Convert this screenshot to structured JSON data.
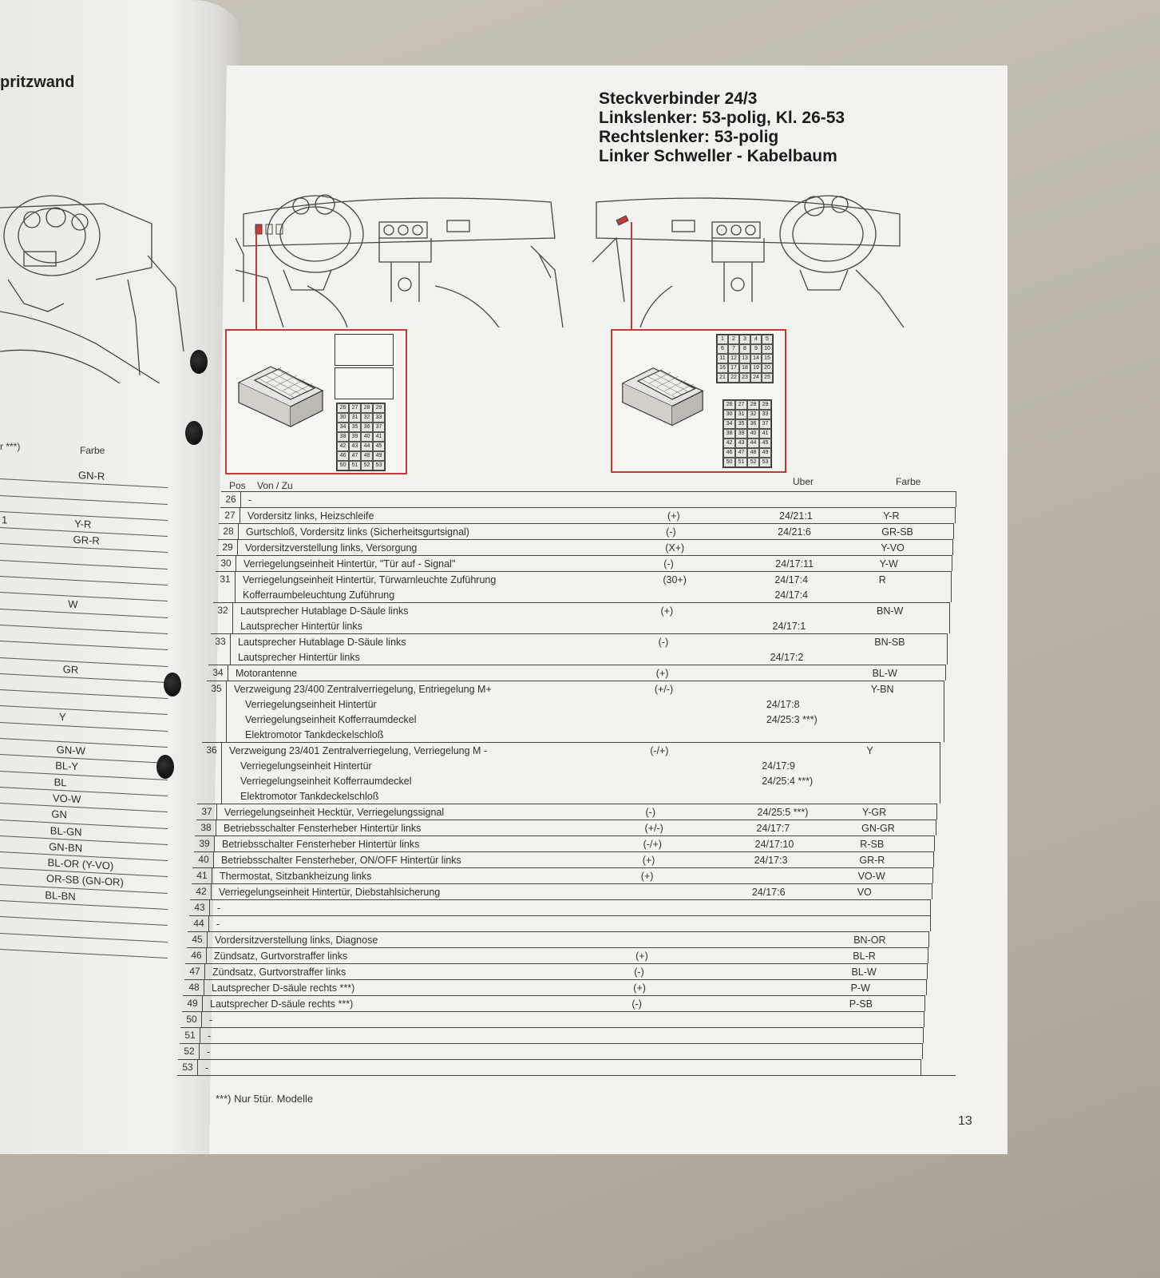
{
  "left_page": {
    "title": "pritzwand",
    "col_header_note": "r ***)",
    "col_header_farbe": "Farbe",
    "rows": [
      {
        "num": "",
        "farbe": "GN-R"
      },
      {
        "num": "",
        "farbe": ""
      },
      {
        "num": "",
        "farbe": ""
      },
      {
        "num": "1",
        "farbe": "Y-R"
      },
      {
        "num": "",
        "farbe": "GR-R"
      },
      {
        "num": "",
        "farbe": ""
      },
      {
        "num": "",
        "farbe": ""
      },
      {
        "num": "",
        "farbe": ""
      },
      {
        "num": "",
        "farbe": "W"
      },
      {
        "num": "",
        "farbe": ""
      },
      {
        "num": "",
        "farbe": ""
      },
      {
        "num": "",
        "farbe": ""
      },
      {
        "num": "",
        "farbe": "GR"
      },
      {
        "num": "",
        "farbe": ""
      },
      {
        "num": "",
        "farbe": ""
      },
      {
        "num": "",
        "farbe": "Y"
      },
      {
        "num": "",
        "farbe": ""
      },
      {
        "num": "",
        "farbe": "GN-W"
      },
      {
        "num": "",
        "farbe": "BL-Y"
      },
      {
        "num": "",
        "farbe": "BL"
      },
      {
        "num": "",
        "farbe": "VO-W"
      },
      {
        "num": "",
        "farbe": "GN"
      },
      {
        "num": "",
        "farbe": "BL-GN"
      },
      {
        "num": "",
        "farbe": "GN-BN"
      },
      {
        "num": "",
        "farbe": "BL-OR (Y-VO)"
      },
      {
        "num": "",
        "farbe": "OR-SB (GN-OR)"
      },
      {
        "num": "",
        "farbe": "BL-BN"
      },
      {
        "num": "",
        "farbe": ""
      },
      {
        "num": "",
        "farbe": ""
      },
      {
        "num": "",
        "farbe": ""
      }
    ]
  },
  "title": {
    "line1": "Steckverbinder 24/3",
    "line2": "Linkslenker: 53-polig, Kl. 26-53",
    "line3": "Rechtslenker: 53-polig",
    "line4": "Linker Schweller - Kabelbaum"
  },
  "pins_left": [
    "26",
    "27",
    "28",
    "29",
    "30",
    "31",
    "32",
    "33",
    "34",
    "35",
    "36",
    "37",
    "38",
    "39",
    "40",
    "41",
    "42",
    "43",
    "44",
    "45",
    "46",
    "47",
    "48",
    "49",
    "50",
    "51",
    "52",
    "53"
  ],
  "pins_right_top": [
    "1",
    "2",
    "3",
    "4",
    "5",
    "6",
    "7",
    "8",
    "9",
    "10",
    "11",
    "12",
    "13",
    "14",
    "15",
    "16",
    "17",
    "18",
    "19",
    "20",
    "21",
    "22",
    "23",
    "24",
    "25"
  ],
  "pins_right_bottom": [
    "26",
    "27",
    "28",
    "29",
    "30",
    "31",
    "32",
    "33",
    "34",
    "35",
    "36",
    "37",
    "38",
    "39",
    "40",
    "41",
    "42",
    "43",
    "44",
    "45",
    "46",
    "47",
    "48",
    "49",
    "50",
    "51",
    "52",
    "53"
  ],
  "table": {
    "headers": {
      "pos": "Pos",
      "von": "Von / Zu",
      "uber": "Uber",
      "farbe": "Farbe"
    },
    "rows": [
      {
        "pos": "26",
        "lines": [
          {
            "text": "-",
            "sign": "",
            "uber": "",
            "farbe": ""
          }
        ]
      },
      {
        "pos": "27",
        "lines": [
          {
            "text": "Vordersitz links, Heizschleife",
            "sign": "(+)",
            "uber": "24/21:1",
            "farbe": "Y-R"
          }
        ]
      },
      {
        "pos": "28",
        "lines": [
          {
            "text": "Gurtschloß, Vordersitz links (Sicherheitsgurtsignal)",
            "sign": "(-)",
            "uber": "24/21:6",
            "farbe": "GR-SB"
          }
        ]
      },
      {
        "pos": "29",
        "lines": [
          {
            "text": "Vordersitzverstellung links, Versorgung",
            "sign": "(X+)",
            "uber": "",
            "farbe": "Y-VO"
          }
        ]
      },
      {
        "pos": "30",
        "lines": [
          {
            "text": "Verriegelungseinheit Hintertür, \"Tür auf - Signal\"",
            "sign": "(-)",
            "uber": "24/17:11",
            "farbe": "Y-W"
          }
        ]
      },
      {
        "pos": "31",
        "lines": [
          {
            "text": "Verriegelungseinheit Hintertür, Türwarnleuchte Zuführung",
            "sign": "(30+)",
            "uber": "24/17:4",
            "farbe": "R"
          },
          {
            "text": "Kofferraumbeleuchtung Zuführung",
            "sign": "",
            "uber": "24/17:4",
            "farbe": ""
          }
        ]
      },
      {
        "pos": "32",
        "lines": [
          {
            "text": "Lautsprecher Hutablage D-Säule links",
            "sign": "(+)",
            "uber": "",
            "farbe": "BN-W"
          },
          {
            "text": "Lautsprecher Hintertür links",
            "sign": "",
            "uber": "24/17:1",
            "farbe": ""
          }
        ]
      },
      {
        "pos": "33",
        "lines": [
          {
            "text": "Lautsprecher Hutablage D-Säule links",
            "sign": "(-)",
            "uber": "",
            "farbe": "BN-SB"
          },
          {
            "text": "Lautsprecher Hintertür links",
            "sign": "",
            "uber": "24/17:2",
            "farbe": ""
          }
        ]
      },
      {
        "pos": "34",
        "lines": [
          {
            "text": "Motorantenne",
            "sign": "(+)",
            "uber": "",
            "farbe": "BL-W"
          }
        ]
      },
      {
        "pos": "35",
        "lines": [
          {
            "text": "Verzweigung 23/400 Zentralverriegelung, Entriegelung M+",
            "sign": "(+/-)",
            "uber": "",
            "farbe": "Y-BN"
          },
          {
            "text": "Verriegelungseinheit Hintertür",
            "sign": "",
            "uber": "24/17:8",
            "farbe": "",
            "indent": true
          },
          {
            "text": "Verriegelungseinheit Kofferraumdeckel",
            "sign": "",
            "uber": "24/25:3 ***)",
            "farbe": "",
            "indent": true
          },
          {
            "text": "Elektromotor Tankdeckelschloß",
            "sign": "",
            "uber": "",
            "farbe": "",
            "indent": true
          }
        ]
      },
      {
        "pos": "36",
        "lines": [
          {
            "text": "Verzweigung 23/401 Zentralverriegelung, Verriegelung M -",
            "sign": "(-/+)",
            "uber": "",
            "farbe": "Y"
          },
          {
            "text": "Verriegelungseinheit Hintertür",
            "sign": "",
            "uber": "24/17:9",
            "farbe": "",
            "indent": true
          },
          {
            "text": "Verriegelungseinheit Kofferraumdeckel",
            "sign": "",
            "uber": "24/25:4 ***)",
            "farbe": "",
            "indent": true
          },
          {
            "text": "Elektromotor Tankdeckelschloß",
            "sign": "",
            "uber": "",
            "farbe": "",
            "indent": true
          }
        ]
      },
      {
        "pos": "37",
        "lines": [
          {
            "text": "Verriegelungseinheit Hecktür, Verriegelungssignal",
            "sign": "(-)",
            "uber": "24/25:5 ***)",
            "farbe": "Y-GR"
          }
        ]
      },
      {
        "pos": "38",
        "lines": [
          {
            "text": "Betriebsschalter Fensterheber Hintertür links",
            "sign": "(+/-)",
            "uber": "24/17:7",
            "farbe": "GN-GR"
          }
        ]
      },
      {
        "pos": "39",
        "lines": [
          {
            "text": "Betriebsschalter Fensterheber Hintertür links",
            "sign": "(-/+)",
            "uber": "24/17:10",
            "farbe": "R-SB"
          }
        ]
      },
      {
        "pos": "40",
        "lines": [
          {
            "text": "Betriebsschalter Fensterheber, ON/OFF Hintertür links",
            "sign": "(+)",
            "uber": "24/17:3",
            "farbe": "GR-R"
          }
        ]
      },
      {
        "pos": "41",
        "lines": [
          {
            "text": "Thermostat, Sitzbankheizung links",
            "sign": "(+)",
            "uber": "",
            "farbe": "VO-W"
          }
        ]
      },
      {
        "pos": "42",
        "lines": [
          {
            "text": "Verriegelungseinheit Hintertür, Diebstahlsicherung",
            "sign": "",
            "uber": "24/17:6",
            "farbe": "VO"
          }
        ]
      },
      {
        "pos": "43",
        "lines": [
          {
            "text": "-",
            "sign": "",
            "uber": "",
            "farbe": ""
          }
        ]
      },
      {
        "pos": "44",
        "lines": [
          {
            "text": "-",
            "sign": "",
            "uber": "",
            "farbe": ""
          }
        ]
      },
      {
        "pos": "45",
        "lines": [
          {
            "text": "Vordersitzverstellung links, Diagnose",
            "sign": "",
            "uber": "",
            "farbe": "BN-OR"
          }
        ]
      },
      {
        "pos": "46",
        "lines": [
          {
            "text": "Zündsatz, Gurtvorstraffer links",
            "sign": "(+)",
            "uber": "",
            "farbe": "BL-R"
          }
        ]
      },
      {
        "pos": "47",
        "lines": [
          {
            "text": "Zündsatz, Gurtvorstraffer links",
            "sign": "(-)",
            "uber": "",
            "farbe": "BL-W"
          }
        ]
      },
      {
        "pos": "48",
        "lines": [
          {
            "text": "Lautsprecher D-säule rechts  ***)",
            "sign": "(+)",
            "uber": "",
            "farbe": "P-W"
          }
        ]
      },
      {
        "pos": "49",
        "lines": [
          {
            "text": "Lautsprecher D-säule rechts  ***)",
            "sign": "(-)",
            "uber": "",
            "farbe": "P-SB"
          }
        ]
      },
      {
        "pos": "50",
        "lines": [
          {
            "text": "-",
            "sign": "",
            "uber": "",
            "farbe": ""
          }
        ]
      },
      {
        "pos": "51",
        "lines": [
          {
            "text": "-",
            "sign": "",
            "uber": "",
            "farbe": ""
          }
        ]
      },
      {
        "pos": "52",
        "lines": [
          {
            "text": "-",
            "sign": "",
            "uber": "",
            "farbe": ""
          }
        ]
      },
      {
        "pos": "53",
        "lines": [
          {
            "text": "-",
            "sign": "",
            "uber": "",
            "farbe": ""
          }
        ]
      }
    ]
  },
  "footnote": "***) Nur 5tür. Modelle",
  "page_number": "13",
  "colors": {
    "accent_red": "#c43a3a",
    "paper": "#f3f2ee",
    "ink": "#2a2a2a"
  }
}
